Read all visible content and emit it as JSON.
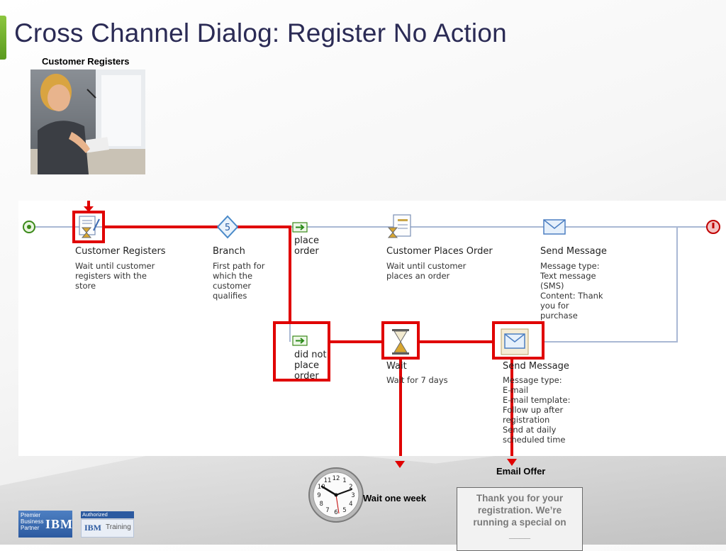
{
  "title": "Cross Channel Dialog: Register No Action",
  "photo_caption": "Customer Registers",
  "nodes": {
    "customer_registers": {
      "title": "Customer Registers",
      "desc": [
        "Wait until customer",
        "registers with the",
        "store"
      ]
    },
    "branch": {
      "title": "Branch",
      "desc": [
        "First path for",
        "which the",
        "customer",
        "qualifies"
      ]
    },
    "place_order": {
      "lines": [
        "place",
        "order"
      ]
    },
    "customer_places_order": {
      "title": "Customer Places Order",
      "desc": [
        "Wait until customer",
        "places an order"
      ]
    },
    "send_message_top": {
      "title": "Send Message",
      "desc": [
        "Message type:",
        "Text message",
        "(SMS)",
        "Content: Thank",
        "you for",
        "purchase"
      ]
    },
    "did_not_place_order": {
      "lines": [
        "did not",
        "place",
        "order"
      ]
    },
    "wait": {
      "title": "Wait",
      "desc": [
        "Wait for 7 days"
      ]
    },
    "send_message_bottom": {
      "title": "Send Message",
      "desc": [
        "Message type:",
        "E-mail",
        "E-mail template:",
        "Follow up after",
        "registration",
        "Send at daily",
        "scheduled time"
      ]
    }
  },
  "annotations": {
    "wait_one_week": "Wait one week",
    "email_offer": "Email Offer",
    "offer_text": "Thank you for your registration.  We’re running a special on ____"
  },
  "clock_numbers": [
    "12",
    "1",
    "2",
    "3",
    "4",
    "5",
    "6",
    "7",
    "8",
    "9",
    "10",
    "11"
  ],
  "logos": {
    "partner": [
      "Premier",
      "Business",
      "Partner"
    ],
    "ibm": "IBM",
    "authorized": "Authorized",
    "training": "Training"
  },
  "colors": {
    "highlight_red": "#e00000",
    "flow_line_blue": "#a9b8d4",
    "title_navy": "#2b2b55",
    "title_bar_green": "#7ab630"
  }
}
